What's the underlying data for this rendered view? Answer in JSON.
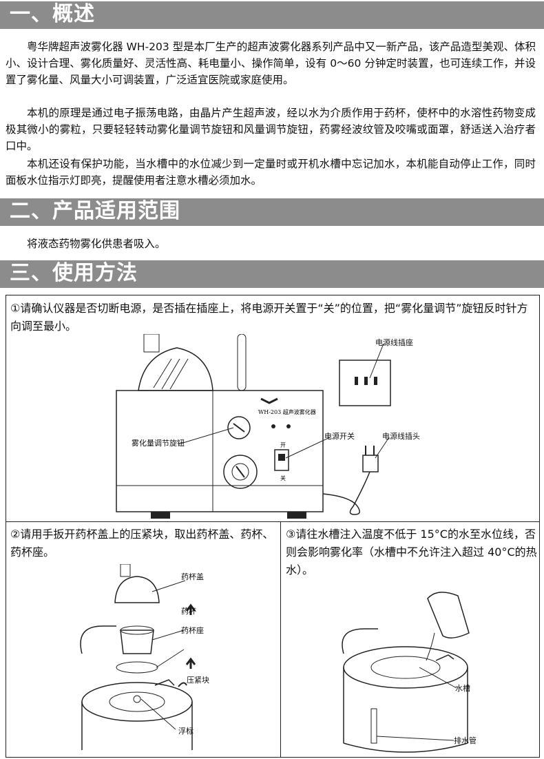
{
  "sections": {
    "s1_title": "一、概述",
    "s2_title": "二、产品适用范围",
    "s3_title": "三、使用方法"
  },
  "overview": {
    "p1": "粤华牌超声波雾化器 WH-203 型是本厂生产的超声波雾化器系列产品中又一新产品，该产品造型美观、体积小、设计合理、雾化质量好、灵活性高、耗电量小、操作简单，设有 0～60 分钟定时装置，也可连续工作，并设置了雾化量、风量大小可调装置，广泛适宜医院或家庭使用。",
    "p2": "本机的原理是通过电子振荡电路，由晶片产生超声波，经以水为介质作用于药杯，使杯中的水溶性药物变成极其微小的雾粒，只要轻轻转动雾化量调节旋钮和风量调节旋钮，药雾经波纹管及咬嘴或面罩，舒适送入治疗者口中。",
    "p3": "本机还设有保护功能，当水槽中的水位减少到一定量时或开机水槽中忘记加水，本机能自动停止工作，同时面板水位指示灯即亮，提醒使用者注意水槽必须加水。"
  },
  "scope": {
    "text": "将液态药物雾化供患者吸入。"
  },
  "steps": {
    "s1": "①请确认仪器是否切断电源，是否插在插座上，将电源开关置于“关”的位置，把“雾化量调节”旋钮反时针方向调至最小。",
    "s2": "②请用手扳开药杯盖上的压紧块，取出药杯盖、药杯、药杯座。",
    "s3": "③请往水槽注入温度不低于 15°C的水至水位线，否则会影响雾化率（水槽中不允许注入超过 40°C的热水）。"
  },
  "labels": {
    "socket": "电源线插座",
    "knob": "雾化量调节旋钮",
    "switch": "电源开关",
    "plug": "电源线插头",
    "model": "WH-203 超声波雾化器",
    "cup_lid": "药杯盖",
    "cup": "药杯",
    "cup_seat": "药杯座",
    "clamp": "压紧块",
    "float": "浮标",
    "tank": "水槽",
    "drain": "排水管",
    "switch_on": "开",
    "switch_off": "关"
  }
}
